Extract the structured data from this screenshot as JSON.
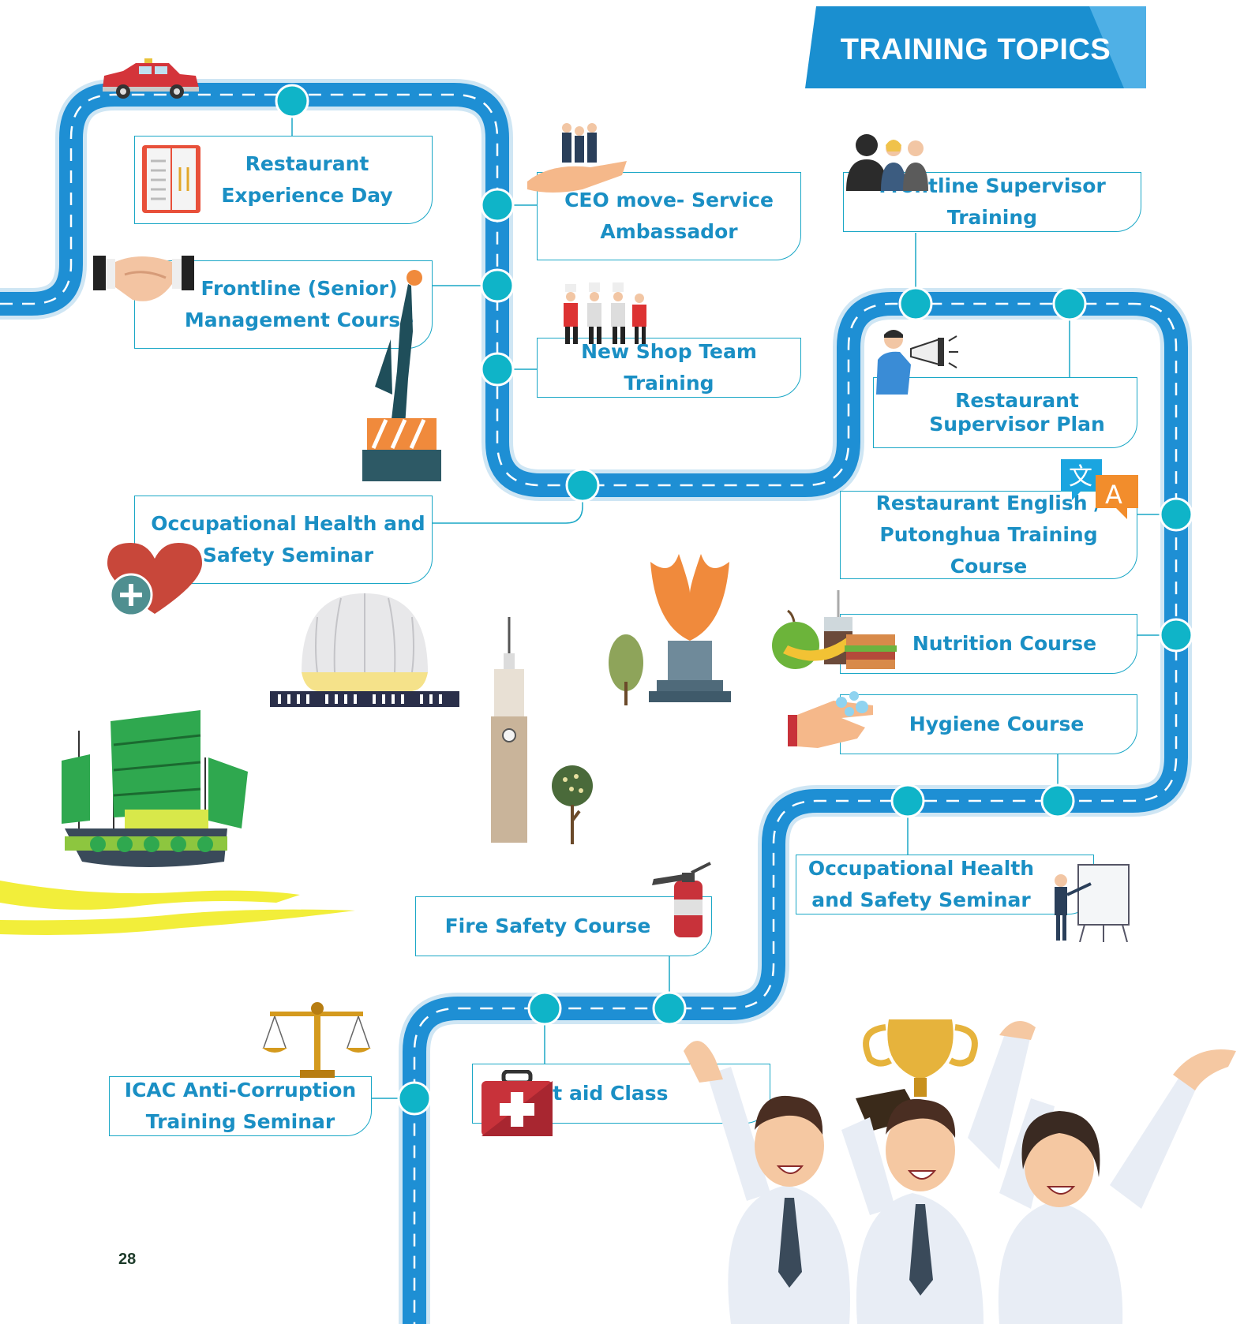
{
  "header": {
    "title": "TRAINING TOPICS"
  },
  "topics": [
    {
      "label": "Restaurant\nExperience Day",
      "icon": "menu-book-icon"
    },
    {
      "label": "Frontline (Senior)\nManagement Course",
      "icon": "handshake-icon"
    },
    {
      "label": "CEO move- Service\nAmbassador",
      "icon": "team-in-hand-icon"
    },
    {
      "label": "New Shop Team Training",
      "icon": "chef-team-icon"
    },
    {
      "label": "Frontline Supervisor Training",
      "icon": "supervisor-group-icon"
    },
    {
      "label": "Restaurant\nSupervisor Plan",
      "icon": "megaphone-icon"
    },
    {
      "label": "Occupational Health and\nSafety Seminar",
      "icon": "heart-plus-icon"
    },
    {
      "label": "Restaurant English /\nPutonghua Training Course",
      "icon": "translate-icon"
    },
    {
      "label": "Nutrition Course",
      "icon": "food-icon"
    },
    {
      "label": "Hygiene Course",
      "icon": "hand-wash-icon"
    },
    {
      "label": "Occupational Health\nand Safety Seminar",
      "icon": "presentation-board-icon"
    },
    {
      "label": "Fire Safety Course",
      "icon": "fire-extinguisher-icon"
    },
    {
      "label": "ICAC Anti-Corruption\nTraining Seminar",
      "icon": "scales-icon"
    },
    {
      "label": "First aid Class",
      "icon": "first-aid-kit-icon"
    }
  ],
  "translate_glyphs": {
    "zh": "文",
    "en": "A"
  },
  "footer": {
    "page_number": "28"
  },
  "colors": {
    "road": "#1e8fd4",
    "node": "#0fb4c8",
    "label": "#1a8fc4",
    "banner": "#1a8fd0"
  }
}
